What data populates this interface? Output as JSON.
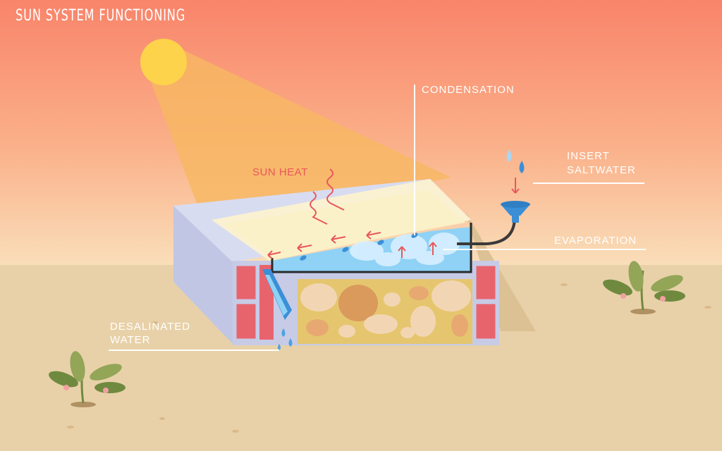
{
  "title": "SUN SYSTEM FUNCTIONING",
  "labels": {
    "condensation": "CONDENSATION",
    "insert_saltwater_line1": "INSERT",
    "insert_saltwater_line2": "SALTWATER",
    "evaporation": "EVAPORATION",
    "sun_heat": "SUN HEAT",
    "desalinated_line1": "DESALINATED",
    "desalinated_line2": "WATER"
  },
  "colors": {
    "sky_top": "#f9876a",
    "sky_bottom": "#f9dcb5",
    "ground": "#e8d1a8",
    "sun": "#fcd34a",
    "heat_arrow": "#e8575a",
    "water": "#8fd2f5",
    "funnel": "#3b8fd6",
    "brick": "#e8646d",
    "block": "#c7cbe6",
    "soil": "#e5c66e"
  }
}
